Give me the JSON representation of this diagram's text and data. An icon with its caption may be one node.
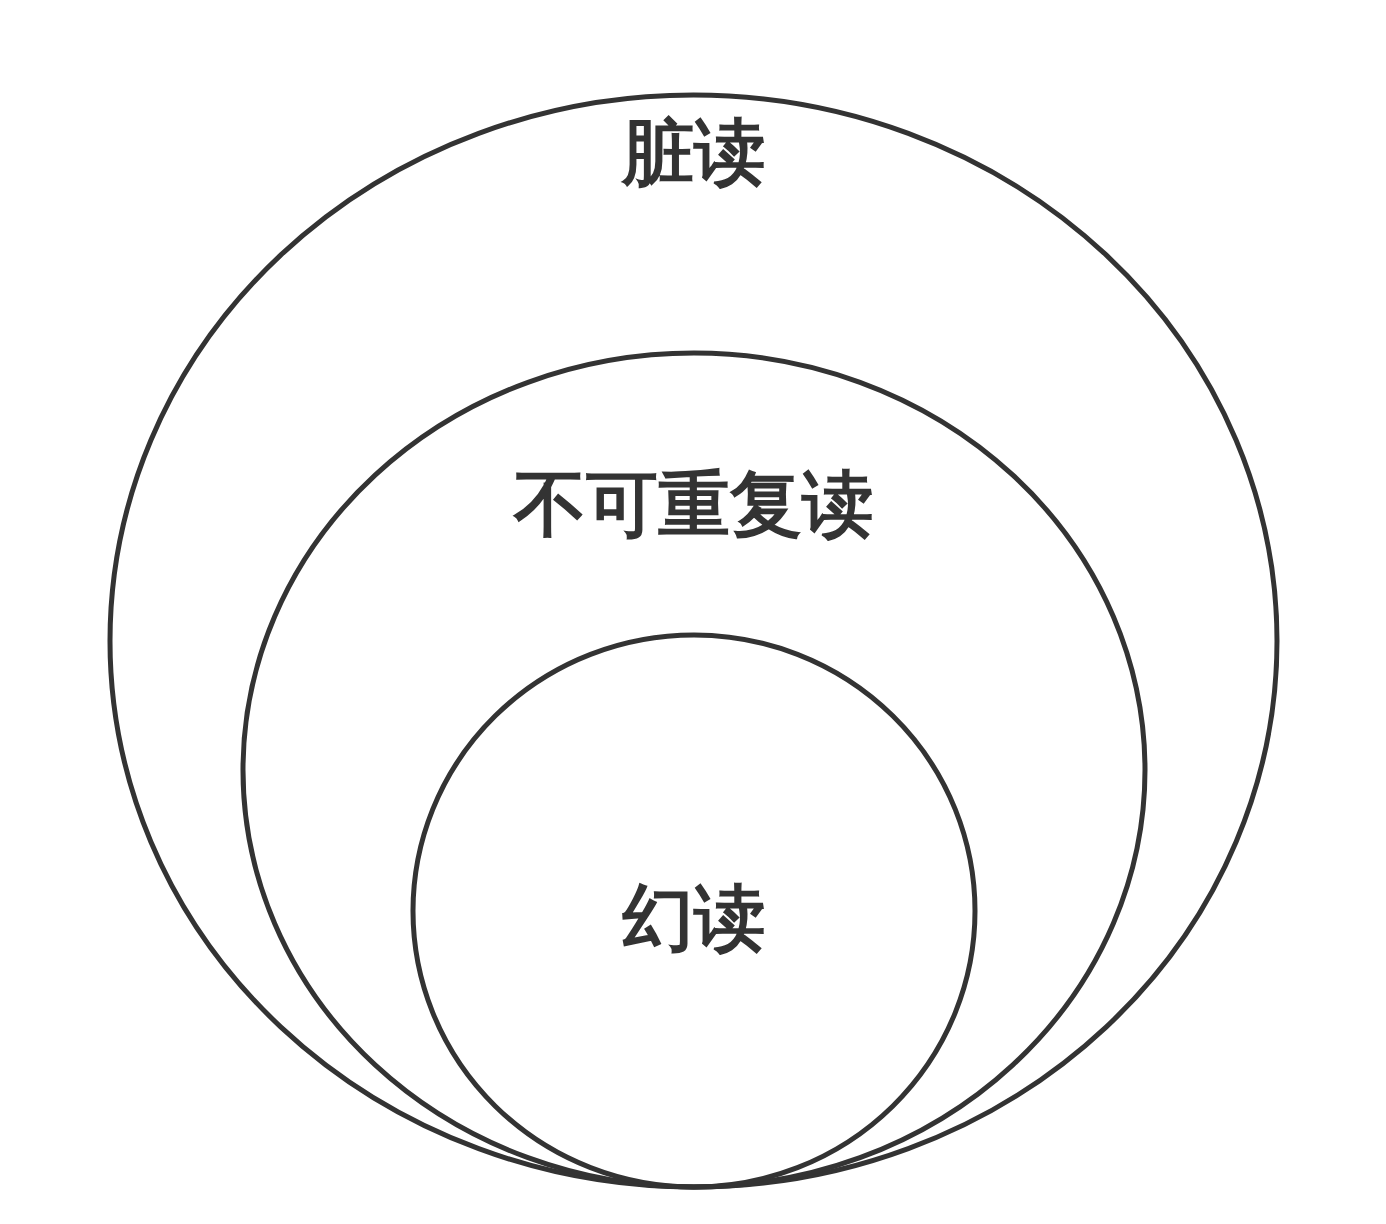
{
  "diagram": {
    "nodes": [
      {
        "text": [
          "脏读"
        ]
      },
      {
        "text": [
          "不可重复读"
        ],
        "in": 0
      },
      {
        "text": [
          "幻读"
        ],
        "in": 1
      }
    ]
  }
}
